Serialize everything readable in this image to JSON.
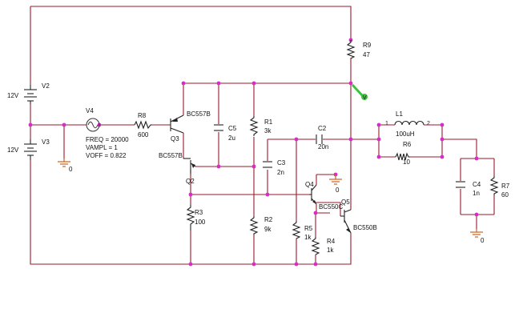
{
  "components": {
    "v2": {
      "name": "V2",
      "value": "12V"
    },
    "v3": {
      "name": "V3",
      "value": "12V"
    },
    "v4": {
      "name": "V4",
      "freq": "FREQ = 20000",
      "vampl": "VAMPL = 1",
      "voff": "VOFF = 0.822"
    },
    "r8": {
      "name": "R8",
      "value": "600"
    },
    "q3": {
      "name": "Q3",
      "model": "BC557B"
    },
    "q2": {
      "name": "Q2",
      "model": "BC557B"
    },
    "c5": {
      "name": "C5",
      "value": "2u"
    },
    "r1": {
      "name": "R1",
      "value": "3k"
    },
    "r3": {
      "name": "R3",
      "value": "100"
    },
    "r2": {
      "name": "R2",
      "value": "9k"
    },
    "c3": {
      "name": "C3",
      "value": "2n"
    },
    "r9": {
      "name": "R9",
      "value": "47"
    },
    "c2": {
      "name": "C2",
      "value": "20n"
    },
    "q4": {
      "name": "Q4",
      "model": "BC550C"
    },
    "q5": {
      "name": "Q5",
      "model": "BC550B"
    },
    "r5": {
      "name": "R5",
      "value": "1k"
    },
    "r4": {
      "name": "R4",
      "value": "1k"
    },
    "l1": {
      "name": "L1",
      "value": "100uH",
      "pin1": "1",
      "pin2": "2"
    },
    "r6": {
      "name": "R6",
      "value": "10"
    },
    "c4": {
      "name": "C4",
      "value": "1n"
    },
    "r7": {
      "name": "R7",
      "value": "60"
    }
  },
  "ground_label": "0",
  "probe_label": "V",
  "colors": {
    "wire": "#9b1a2a",
    "junction": "#d82cc6",
    "ground": "#d0601e",
    "probe": "#3ec23e"
  }
}
